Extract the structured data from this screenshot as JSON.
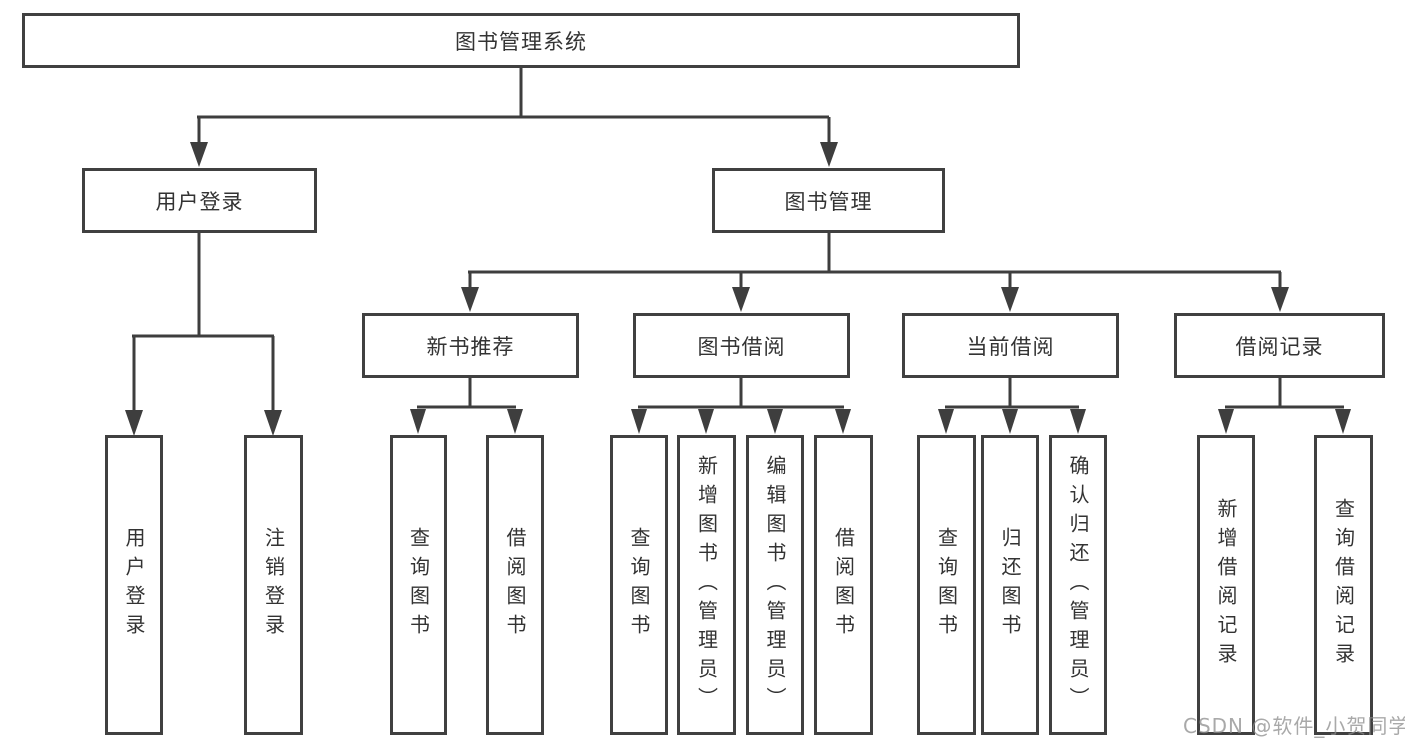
{
  "diagram_type": "hierarchy-tree",
  "tree": {
    "root": {
      "label": "图书管理系统"
    },
    "children": [
      {
        "label": "用户登录",
        "children": [
          {
            "label": "用户登录"
          },
          {
            "label": "注销登录"
          }
        ]
      },
      {
        "label": "图书管理",
        "children": [
          {
            "label": "新书推荐",
            "children": [
              {
                "label": "查询图书"
              },
              {
                "label": "借阅图书"
              }
            ]
          },
          {
            "label": "图书借阅",
            "children": [
              {
                "label": "查询图书"
              },
              {
                "label": "新增图书（管理员）"
              },
              {
                "label": "编辑图书（管理员）"
              },
              {
                "label": "借阅图书"
              }
            ]
          },
          {
            "label": "当前借阅",
            "children": [
              {
                "label": "查询图书"
              },
              {
                "label": "归还图书"
              },
              {
                "label": "确认归还（管理员）"
              }
            ]
          },
          {
            "label": "借阅记录",
            "children": [
              {
                "label": "新增借阅记录"
              },
              {
                "label": "查询借阅记录"
              }
            ]
          }
        ]
      }
    ]
  },
  "watermark": "CSDN @软件_小贺同学",
  "colors": {
    "line": "#3e3e3e",
    "border": "#404040",
    "text": "#333333",
    "watermark": "#8c8c8c",
    "background": "#ffffff"
  }
}
